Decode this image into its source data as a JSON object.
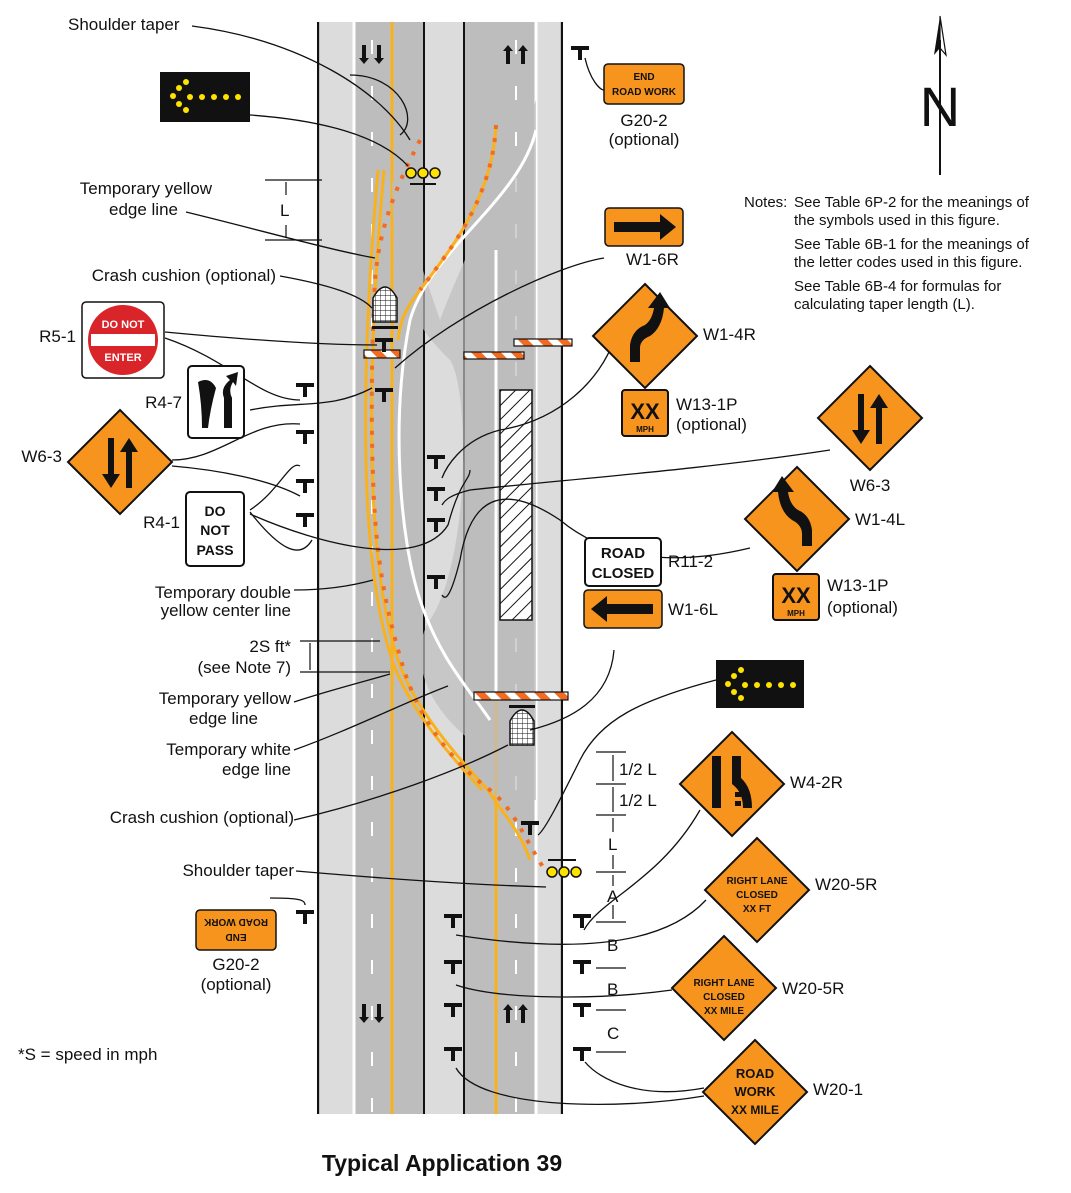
{
  "title": "Typical Application 39",
  "footnote": "*S = speed in mph",
  "north_label": "N",
  "notes": {
    "prefix": "Notes:",
    "lines": [
      "See Table 6P-2 for the meanings of",
      "the symbols used in this figure.",
      "See Table 6B-1 for the meanings of",
      "the letter codes used in this figure.",
      "See Table 6B-4 for formulas for",
      "calculating taper length (L)."
    ]
  },
  "callouts": {
    "shoulder_taper": "Shoulder taper",
    "temp_yellow_edge_1": "Temporary yellow",
    "temp_yellow_edge_2": "edge line",
    "crash_cushion": "Crash cushion (optional)",
    "temp_double_yellow_1": "Temporary double",
    "temp_double_yellow_2": "yellow center line",
    "spacing_1": "2S ft*",
    "spacing_2": "(see Note 7)",
    "temp_white_edge_1": "Temporary white",
    "temp_white_edge_2": "edge line",
    "optional": "(optional)"
  },
  "dimensions": {
    "L": "L",
    "half_L": "1/2 L",
    "A": "A",
    "B": "B",
    "C": "C"
  },
  "sign_codes": {
    "R5_1": "R5-1",
    "R4_7": "R4-7",
    "W6_3": "W6-3",
    "R4_1": "R4-1",
    "G20_2": "G20-2",
    "W1_6R": "W1-6R",
    "W1_4R": "W1-4R",
    "W13_1P": "W13-1P",
    "W1_4L": "W1-4L",
    "R11_2": "R11-2",
    "W1_6L": "W1-6L",
    "W4_2R": "W4-2R",
    "W20_5R": "W20-5R",
    "W20_1": "W20-1"
  },
  "sign_text": {
    "do_not": "DO NOT",
    "enter": "ENTER",
    "do": "DO",
    "not": "NOT",
    "pass": "PASS",
    "end": "END",
    "road_work": "ROAD WORK",
    "xx": "XX",
    "mph": "MPH",
    "road": "ROAD",
    "closed": "CLOSED",
    "right_lane": "RIGHT LANE",
    "closed_w": "CLOSED",
    "xx_ft": "XX FT",
    "xx_mile": "XX MILE",
    "road_w": "ROAD",
    "work_w": "WORK"
  },
  "colors": {
    "sign_orange": "#F7941D",
    "lane_gray": "#BDBDBD",
    "shoulder_gray": "#DCDCDC",
    "edge_yellow": "#F9B21B",
    "channelizer_orange": "#F26B21",
    "stop_red": "#D9252A",
    "arrow_board_amber": "#FFE200"
  }
}
